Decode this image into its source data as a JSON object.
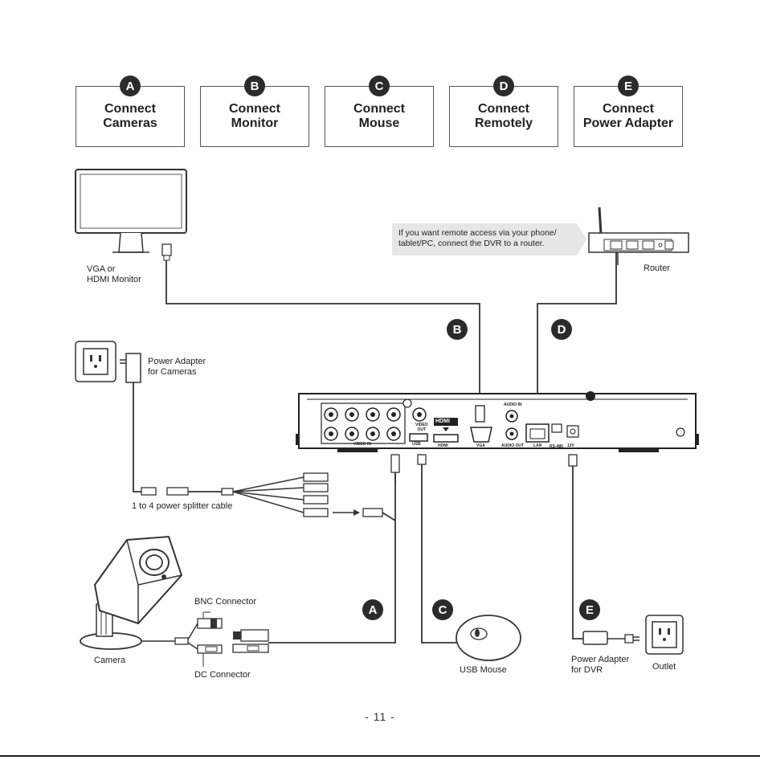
{
  "steps": [
    {
      "letter": "A",
      "label": "Connect\nCameras"
    },
    {
      "letter": "B",
      "label": "Connect\nMonitor"
    },
    {
      "letter": "C",
      "label": "Connect\nMouse"
    },
    {
      "letter": "D",
      "label": "Connect\nRemotely"
    },
    {
      "letter": "E",
      "label": "Connect\nPower Adapter"
    }
  ],
  "labels": {
    "monitor": "VGA or\nHDMI Monitor",
    "router": "Router",
    "callout": "If you want remote access via your phone/ tablet/PC, connect the DVR to a router.",
    "power_adapter_cameras": "Power Adapter\nfor Cameras",
    "splitter": "1 to 4 power splitter cable",
    "bnc_connector": "BNC Connector",
    "dc_connector": "DC Connector",
    "camera": "Camera",
    "usb_mouse": "USB Mouse",
    "power_adapter_dvr": "Power Adapter\nfor DVR",
    "outlet": "Outlet",
    "page_number": "- 11 -"
  },
  "badges": {
    "b": "B",
    "d": "D",
    "a": "A",
    "c": "C",
    "e": "E"
  },
  "dvr_ports": {
    "video_in": "VIDEO IN",
    "video_out": "VIDEO\nOUT",
    "hdmi_logo": "HDMI",
    "hdmi": "HDMI",
    "vga": "VGA",
    "audio_in": "AUDIO IN",
    "audio_out": "AUDIO OUT",
    "lan": "LAN",
    "rs485": "RS-485",
    "power_12v": "12V",
    "usb": "USB"
  }
}
